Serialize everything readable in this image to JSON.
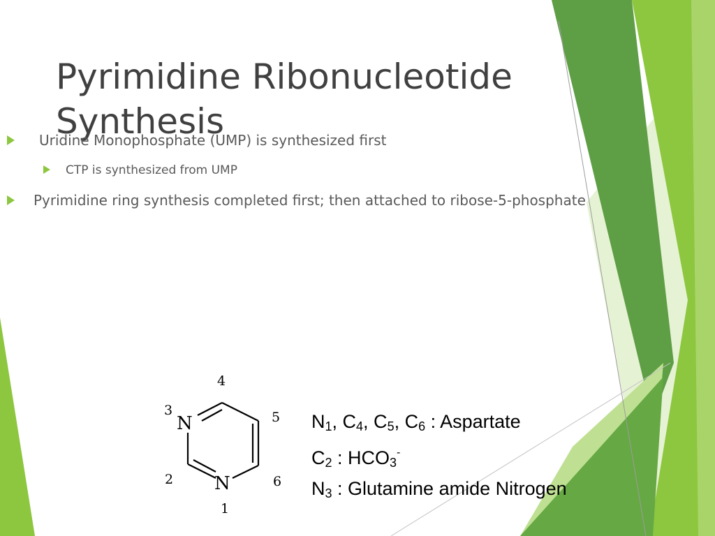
{
  "slide": {
    "title": "Pyrimidine Ribonucleotide Synthesis",
    "bullets": [
      {
        "text": "Uridine Monophosphate (UMP) is synthesized first",
        "level": 1
      },
      {
        "text": "CTP is synthesized from UMP",
        "level": 2
      },
      {
        "text": "Pyrimidine ring synthesis completed first; then attached to ribose-5-phosphate",
        "level": 1
      }
    ]
  },
  "structure": {
    "atom_n3": "N",
    "atom_n1": "N",
    "num_4": "4",
    "num_3": "3",
    "num_5": "5",
    "num_2": "2",
    "num_6": "6",
    "num_1": "1"
  },
  "origins": {
    "l1": {
      "a": "N",
      "s1": "1",
      "b": ", C",
      "s2": "4",
      "c": ", C",
      "s3": "5",
      "d": ", C",
      "s4": "6",
      "e": " : Aspartate"
    },
    "l2": {
      "a": "C",
      "s1": "2",
      "b": " : HCO",
      "s2": "3",
      "sup": "-"
    },
    "l3": {
      "a": "N",
      "s1": "3",
      "b": " : Glutamine amide Nitrogen"
    }
  },
  "colors": {
    "accent": "#8dc63f",
    "accent_dark": "#5a9a3a",
    "title": "#404040",
    "body": "#595959"
  }
}
